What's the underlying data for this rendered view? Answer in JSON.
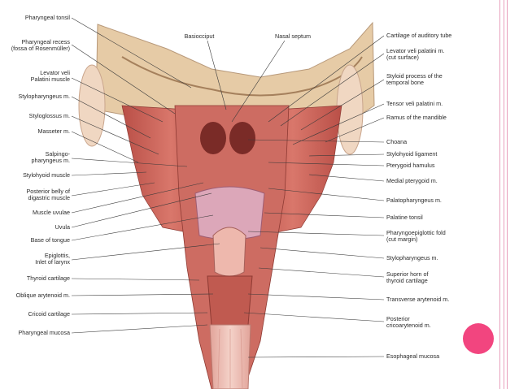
{
  "figure": {
    "left_labels": [
      "Pharyngeal tonsil",
      "Pharyngeal recess",
      "(fossa of Rosenmüller)",
      "Levator veli",
      "Palatini muscle",
      "Stylopharyngeus m.",
      "Styloglossus m.",
      "Masseter m.",
      "Salpingo-",
      "pharyngeus m.",
      "Stylohyoid muscle",
      "Posterior belly of",
      "digastric muscle",
      "Muscle uvulae",
      "Uvula",
      "Base of tongue",
      "Epiglottis,",
      "Inlet of larynx",
      "Thyroid cartilage",
      "Oblique arytenoid m.",
      "Cricoid cartilage",
      "Pharyngeal mucosa"
    ],
    "top_labels": [
      "Basiocciput",
      "Nasal septum"
    ],
    "right_labels": [
      "Cartilage of auditory tube",
      "Levator veli palatini m.",
      "(cut surface)",
      "Styloid process of the",
      "temporal bone",
      "Tensor veli palatini m.",
      "Ramus of the mandible",
      "Choana",
      "Stylohyoid ligament",
      "Pterygoid hamulus",
      "Medial pterygoid m.",
      "Palatopharyngeus m.",
      "Palatine tonsil",
      "Pharyngoepiglottic fold",
      "(cut margin)",
      "Stylopharyngeus m.",
      "Superior horn of",
      "thyroid cartilage",
      "Transverse arytenoid m.",
      "Posterior",
      "cricoarytenoid m.",
      "Esophageal mucosa"
    ]
  },
  "colors": {
    "accent_dot": "#f2457f",
    "border": "#e8a0bd",
    "muscle": "#c9665d",
    "bone": "#e3c9a6",
    "mucosa": "#e9b3ad"
  }
}
